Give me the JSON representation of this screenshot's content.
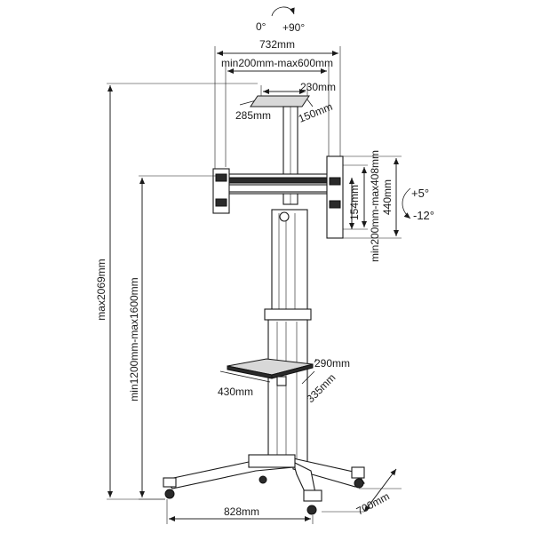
{
  "rotation": {
    "start": "0°",
    "end": "+90°"
  },
  "tilt": {
    "up": "+5°",
    "down": "-12°"
  },
  "dimensions": {
    "mount_width": "732mm",
    "mount_range": "min200mm-max600mm",
    "top_plate_width": "230mm",
    "top_plate_depth": "285mm",
    "top_plate_height": "150mm",
    "vertical_range": "min200mm-max408mm",
    "bracket_inner": "154mm",
    "bracket_outer": "440mm",
    "total_height": "max2069mm",
    "mount_height_range": "min1200mm-max1600mm",
    "shelf_width": "290mm",
    "shelf_length": "430mm",
    "shelf_depth": "335mm",
    "base_width": "828mm",
    "base_depth": "700mm"
  }
}
